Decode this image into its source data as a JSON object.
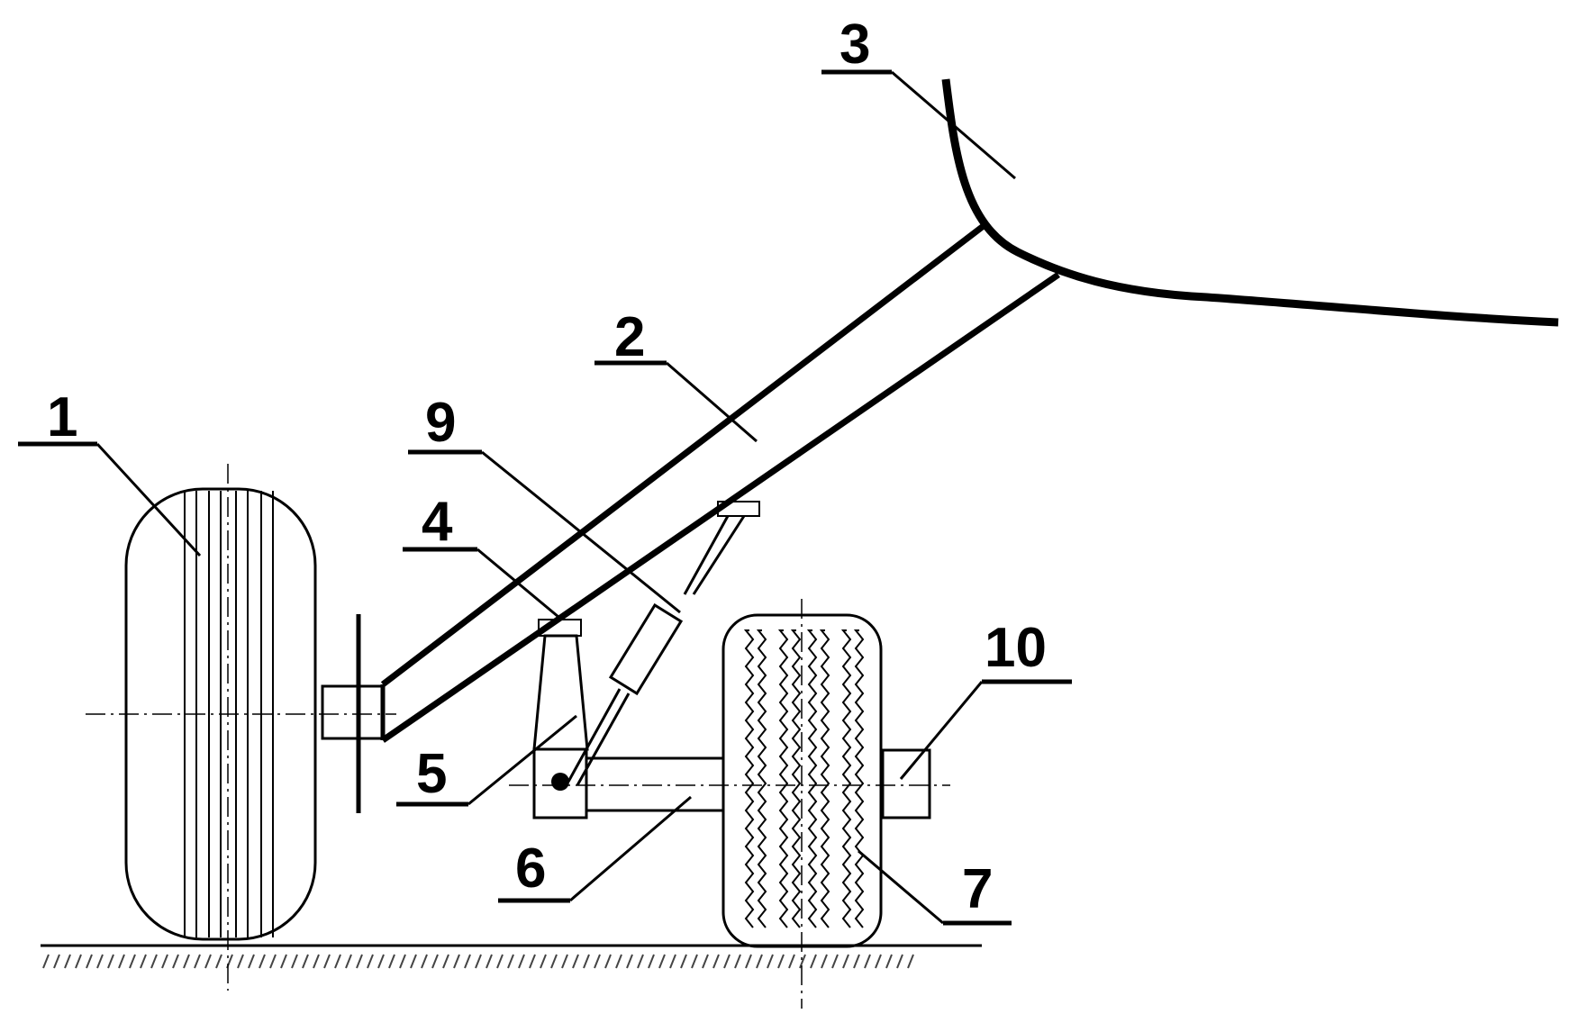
{
  "labels": {
    "l1": "1",
    "l2": "2",
    "l3": "3",
    "l4": "4",
    "l5": "5",
    "l6": "6",
    "l7": "7",
    "l9": "9",
    "l10": "10"
  },
  "colors": {
    "ink": "#000000",
    "background": "#ffffff"
  }
}
